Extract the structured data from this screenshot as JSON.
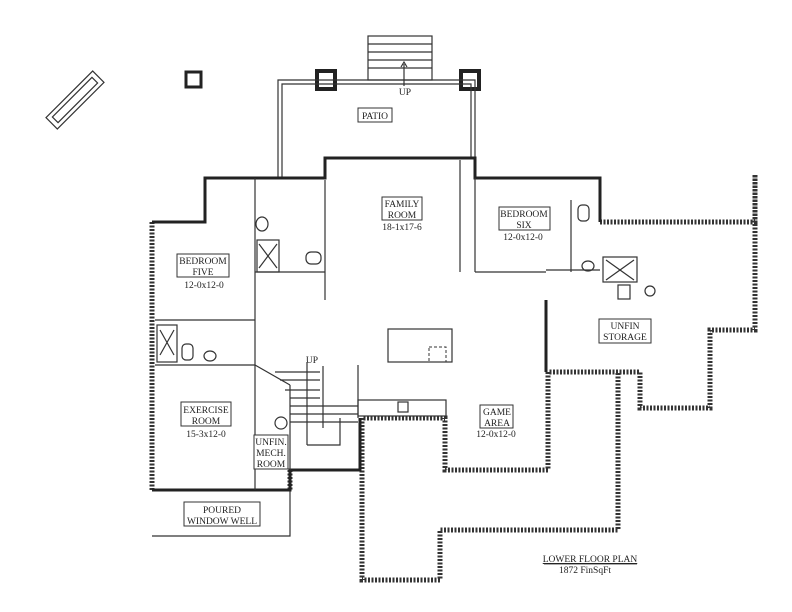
{
  "plan": {
    "title": "LOWER FLOOR PLAN",
    "area": "1872 FinSqFt",
    "rooms": {
      "patio": {
        "lines": [
          "PATIO"
        ]
      },
      "patio_stair": {
        "lines": [
          "UP"
        ]
      },
      "family_room": {
        "lines": [
          "FAMILY",
          "ROOM"
        ],
        "size": "18-1x17-6"
      },
      "bedroom_six": {
        "lines": [
          "BEDROOM",
          "SIX"
        ],
        "size": "12-0x12-0"
      },
      "bedroom_five": {
        "lines": [
          "BEDROOM",
          "FIVE"
        ],
        "size": "12-0x12-0"
      },
      "unfin_storage": {
        "lines": [
          "UNFIN",
          "STORAGE"
        ]
      },
      "stair": {
        "lines": [
          "UP"
        ]
      },
      "exercise_room": {
        "lines": [
          "EXERCISE",
          "ROOM"
        ],
        "size": "15-3x12-0"
      },
      "game_area": {
        "lines": [
          "GAME",
          "AREA"
        ],
        "size": "12-0x12-0"
      },
      "mech_room": {
        "lines": [
          "UNFIN.",
          "MECH.",
          "ROOM"
        ]
      },
      "window_well": {
        "lines": [
          "POURED",
          "WINDOW WELL"
        ]
      }
    }
  }
}
